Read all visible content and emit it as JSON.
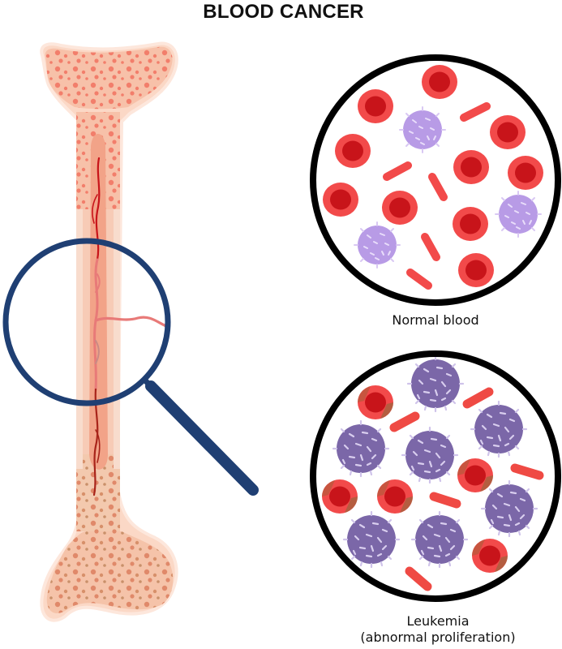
{
  "title": "BLOOD CANCER",
  "panels": {
    "normal": {
      "label": "Normal blood"
    },
    "leukemia": {
      "label_line1": "Leukemia",
      "label_line2": "(abnormal proliferation)"
    }
  },
  "colors": {
    "rbc_outer": "#f24a4a",
    "rbc_inner": "#c8141a",
    "wbc_normal": "#b89be6",
    "wbc_leukemia": "#7b67a8",
    "magnifier": "#1f3f73",
    "bone_outer": "#fbd8c6",
    "bone_inner": "#f7bfa6",
    "marrow": "#f2a388",
    "vessel": "#c8141a",
    "circle_border": "#000000"
  },
  "figures": {
    "bone": "femur-cross-section",
    "magnifier": "magnifying-glass",
    "normal_circle": "normal-blood-smear",
    "leukemia_circle": "leukemia-blood-smear"
  }
}
